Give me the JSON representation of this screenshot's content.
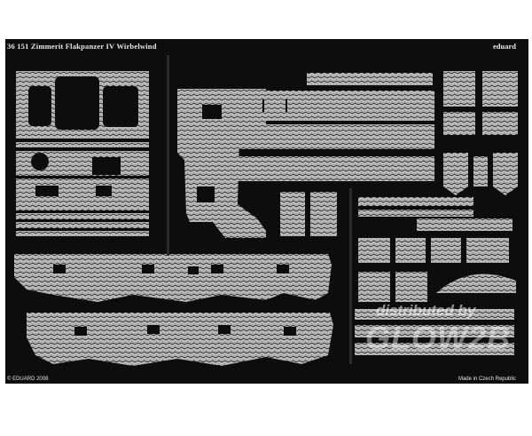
{
  "fret": {
    "title": "36 151  Zimmerit Flakpanzer IV Wirbelwind",
    "brand": "eduard",
    "copyright": "© EDUARD 2008",
    "made_in": "Made in Czech Republic"
  },
  "watermark": {
    "line1": "distributed by",
    "line2": "GLOW2B",
    "logo": "glow2b-logo"
  },
  "colors": {
    "fret_background": "#0d0d0d",
    "zimmerit_part": "#bdbdbd",
    "etched_text": "#e8e8e8"
  }
}
